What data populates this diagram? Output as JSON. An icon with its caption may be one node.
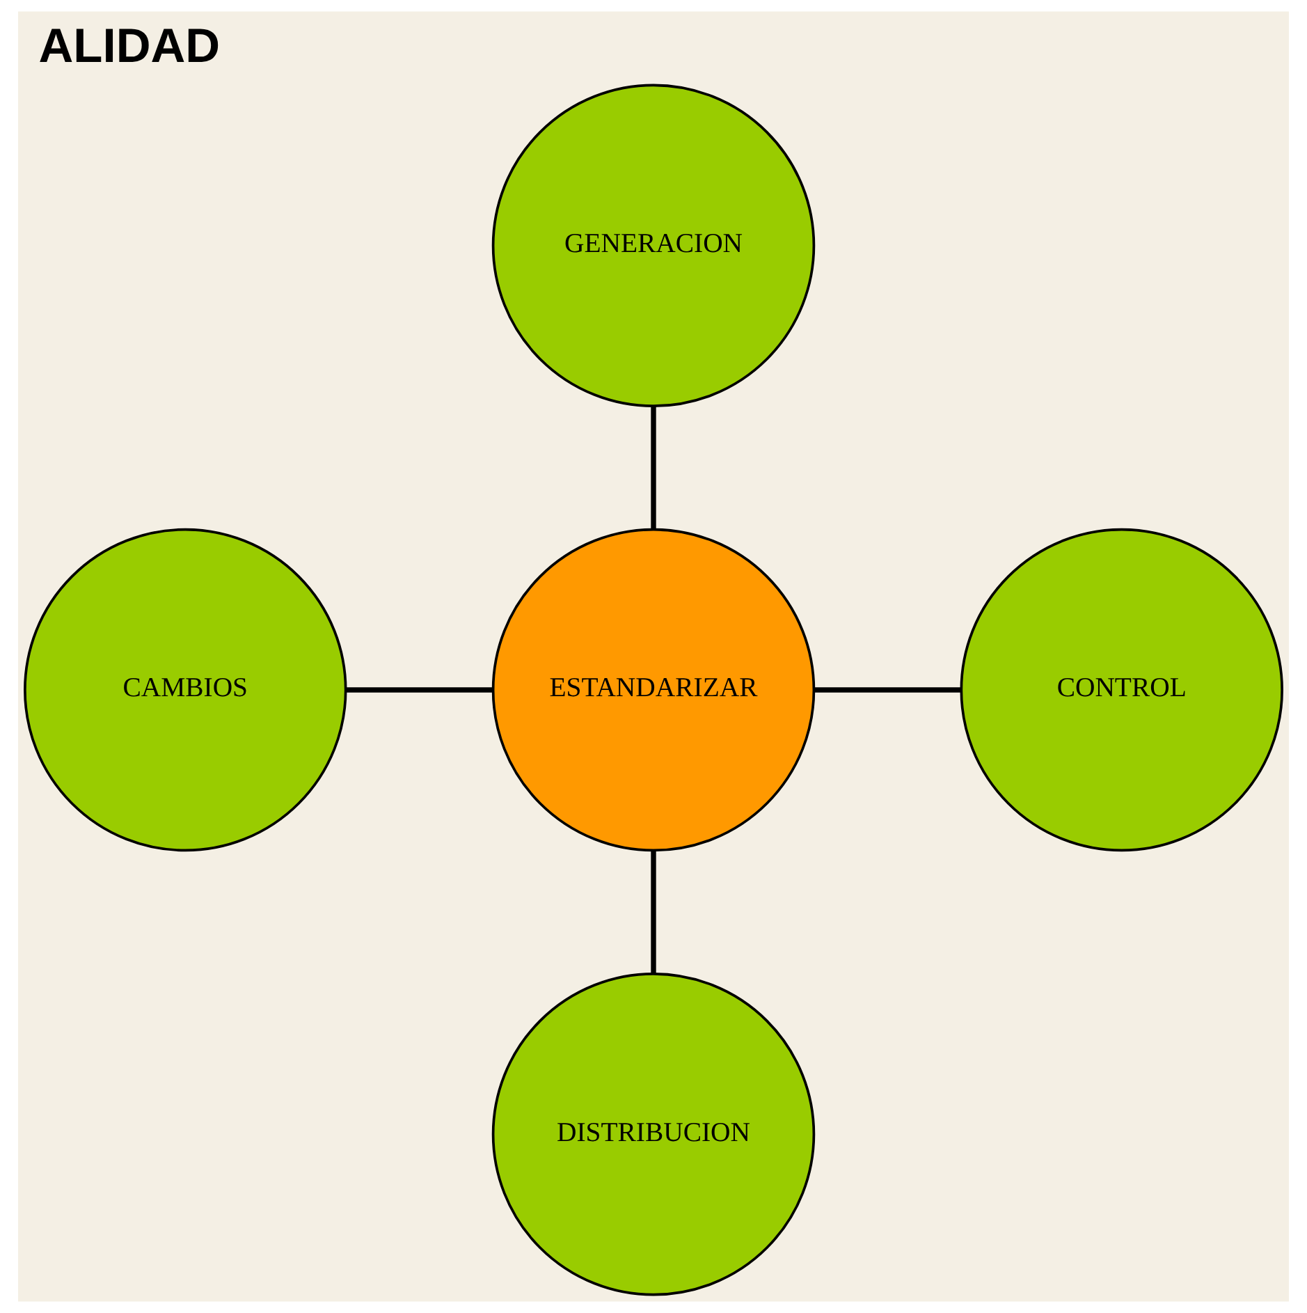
{
  "diagram": {
    "title": "ALIDAD",
    "nodes": [
      {
        "text": [
          "GENERACION"
        ]
      },
      {
        "text": [
          "CAMBIOS"
        ]
      },
      {
        "text": [
          "ESTANDARIZAR"
        ]
      },
      {
        "text": [
          "CONTROL"
        ]
      },
      {
        "text": [
          "DISTRIBUCION"
        ]
      }
    ],
    "edges": [
      {
        "from": 0,
        "to": 2,
        "arrow": "none"
      },
      {
        "from": 1,
        "to": 2,
        "arrow": "none"
      },
      {
        "from": 2,
        "to": 3,
        "arrow": "none"
      },
      {
        "from": 2,
        "to": 4,
        "arrow": "none"
      }
    ]
  }
}
